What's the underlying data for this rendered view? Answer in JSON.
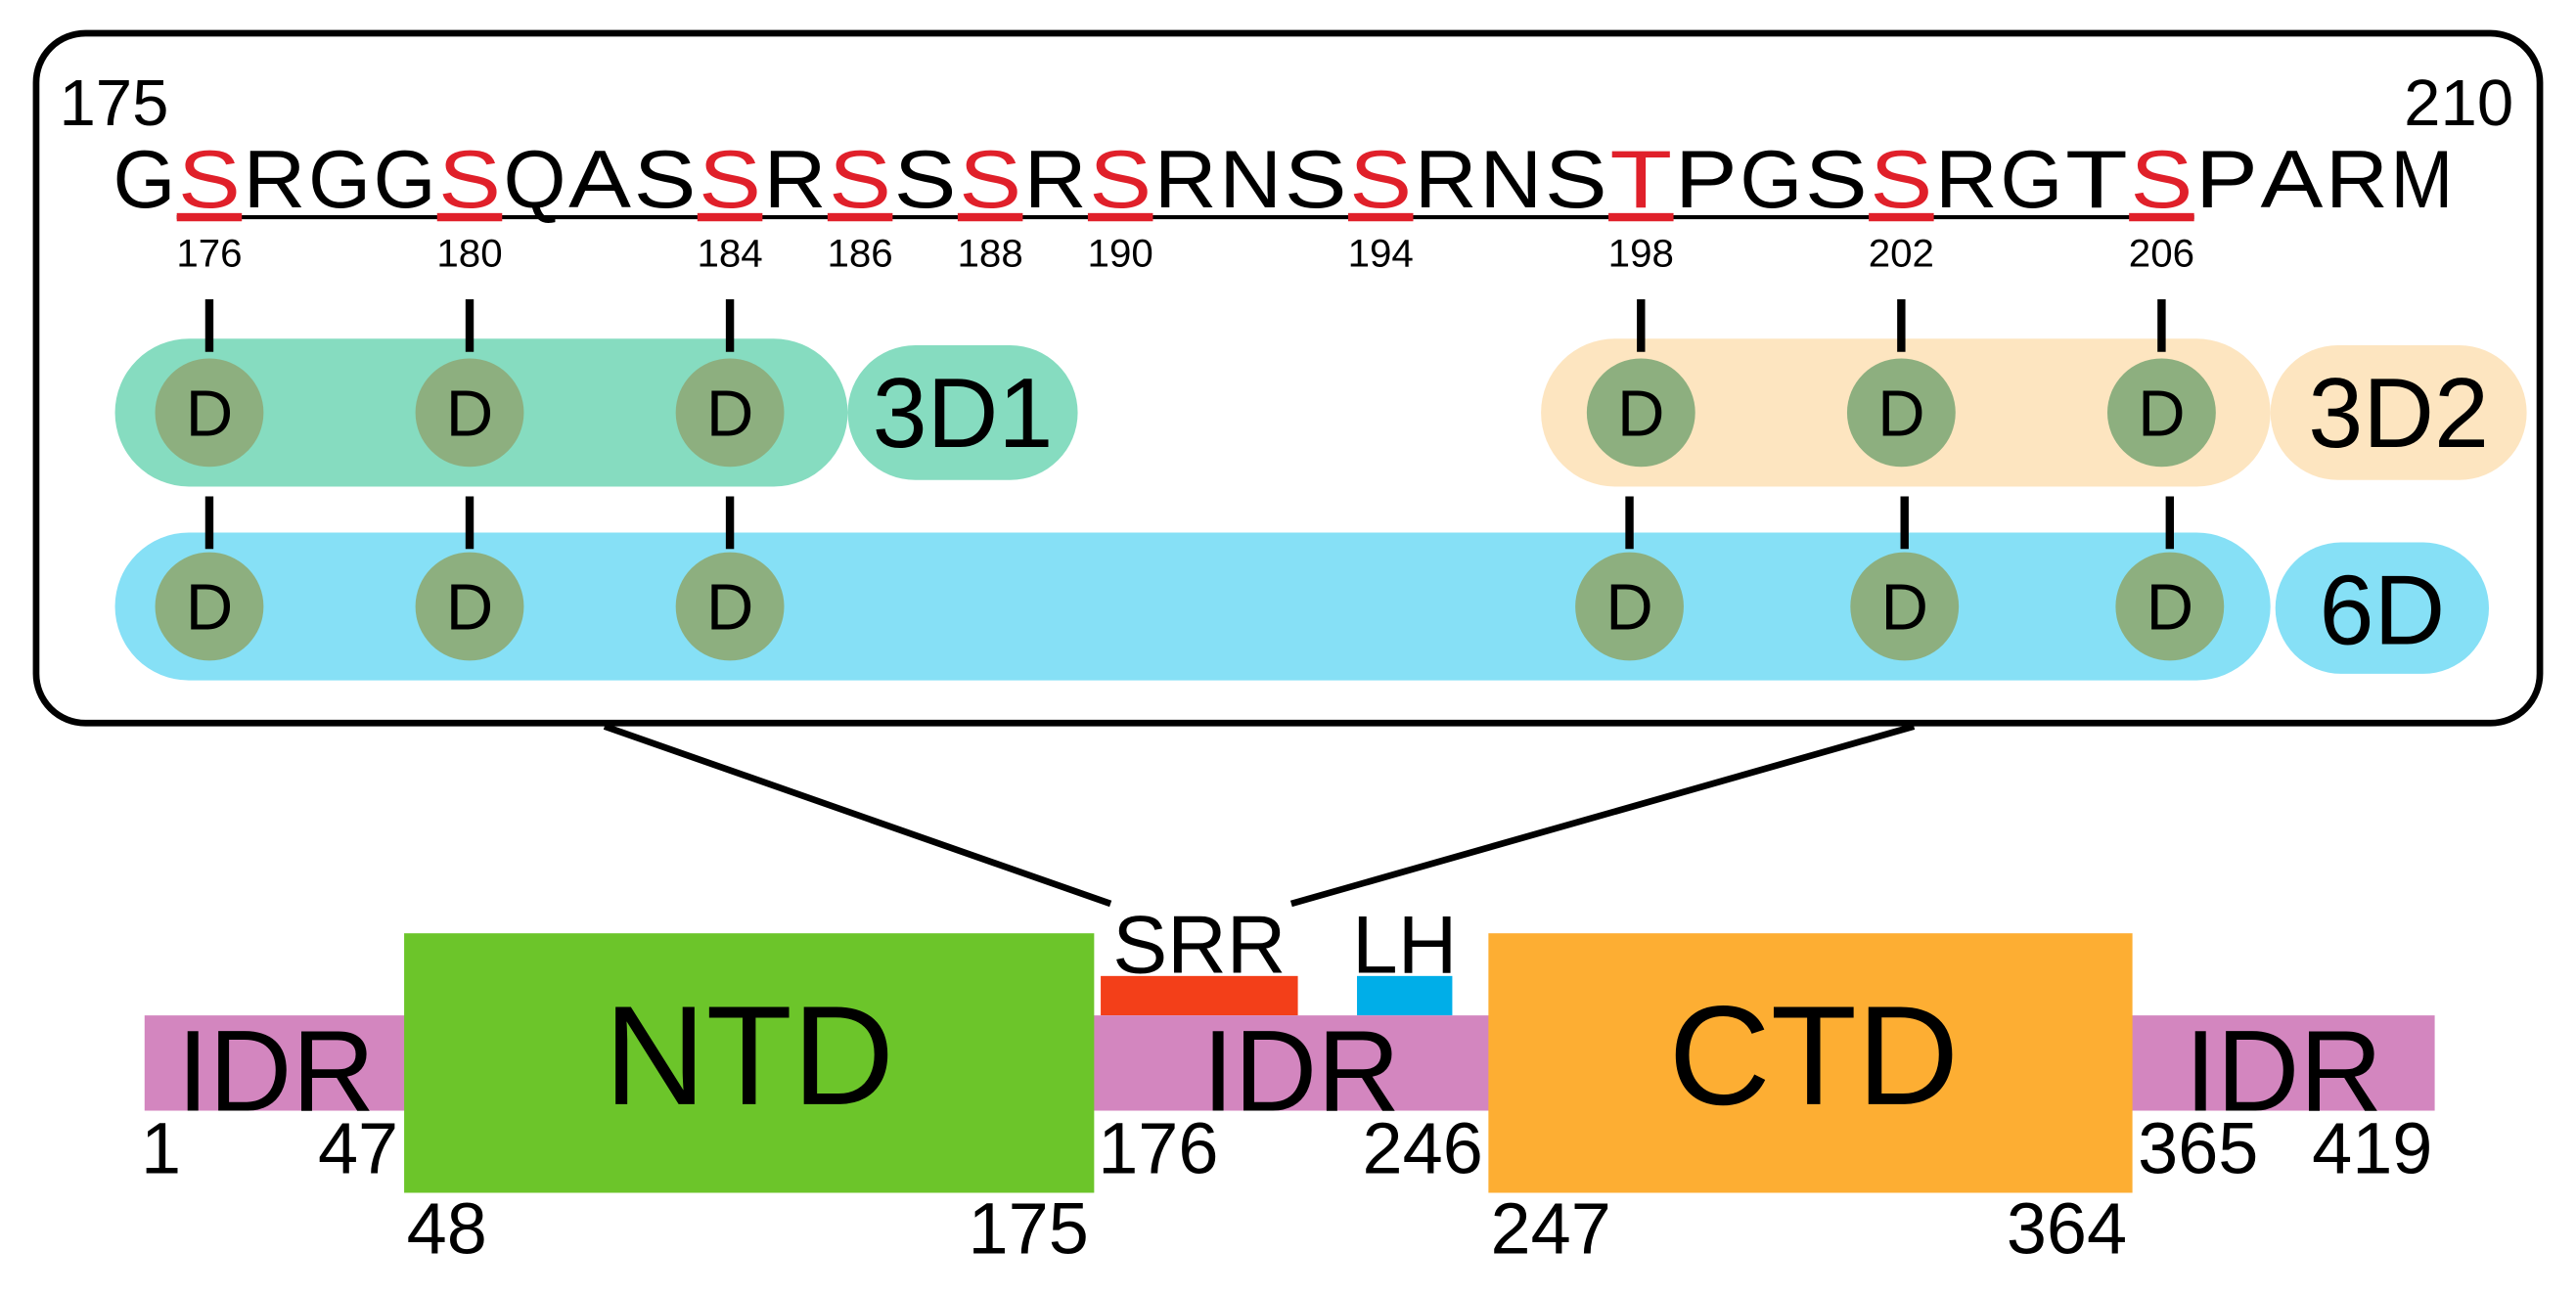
{
  "colors": {
    "serine_red": "#e0202a",
    "group_3d1": "#86dcc0",
    "group_3d2": "#fde5c0",
    "group_6d": "#86e0f6",
    "d_circle": "#8daf7f",
    "idr": "#d386bf",
    "ntd": "#6cc52a",
    "ctd": "#fdae33",
    "srr_bar": "#f33f19",
    "lh_bar": "#00aee8"
  },
  "inset": {
    "start_number": "175",
    "end_number": "210",
    "sequence": [
      "G",
      "S",
      "R",
      "G",
      "G",
      "S",
      "Q",
      "A",
      "S",
      "S",
      "R",
      "S",
      "S",
      "S",
      "R",
      "S",
      "R",
      "N",
      "S",
      "S",
      "R",
      "N",
      "S",
      "T",
      "P",
      "G",
      "S",
      "S",
      "R",
      "G",
      "T",
      "S",
      "P",
      "A",
      "R",
      "M"
    ],
    "highlighted_positions": [
      "176",
      "180",
      "184",
      "186",
      "188",
      "190",
      "194",
      "198",
      "202",
      "206"
    ],
    "d_label": "D",
    "groups": [
      {
        "label": "3D1"
      },
      {
        "label": "3D2"
      },
      {
        "label": "6D"
      }
    ]
  },
  "domains": {
    "srr_label": "SRR",
    "lh_label": "LH",
    "segments": [
      {
        "label": "IDR",
        "start": "1",
        "end": "47"
      },
      {
        "label": "NTD",
        "start": "48",
        "end": "175"
      },
      {
        "label": "IDR",
        "start": "176",
        "end": "246"
      },
      {
        "label": "CTD",
        "start": "247",
        "end": "364"
      },
      {
        "label": "IDR",
        "start": "365",
        "end": "419"
      }
    ]
  }
}
